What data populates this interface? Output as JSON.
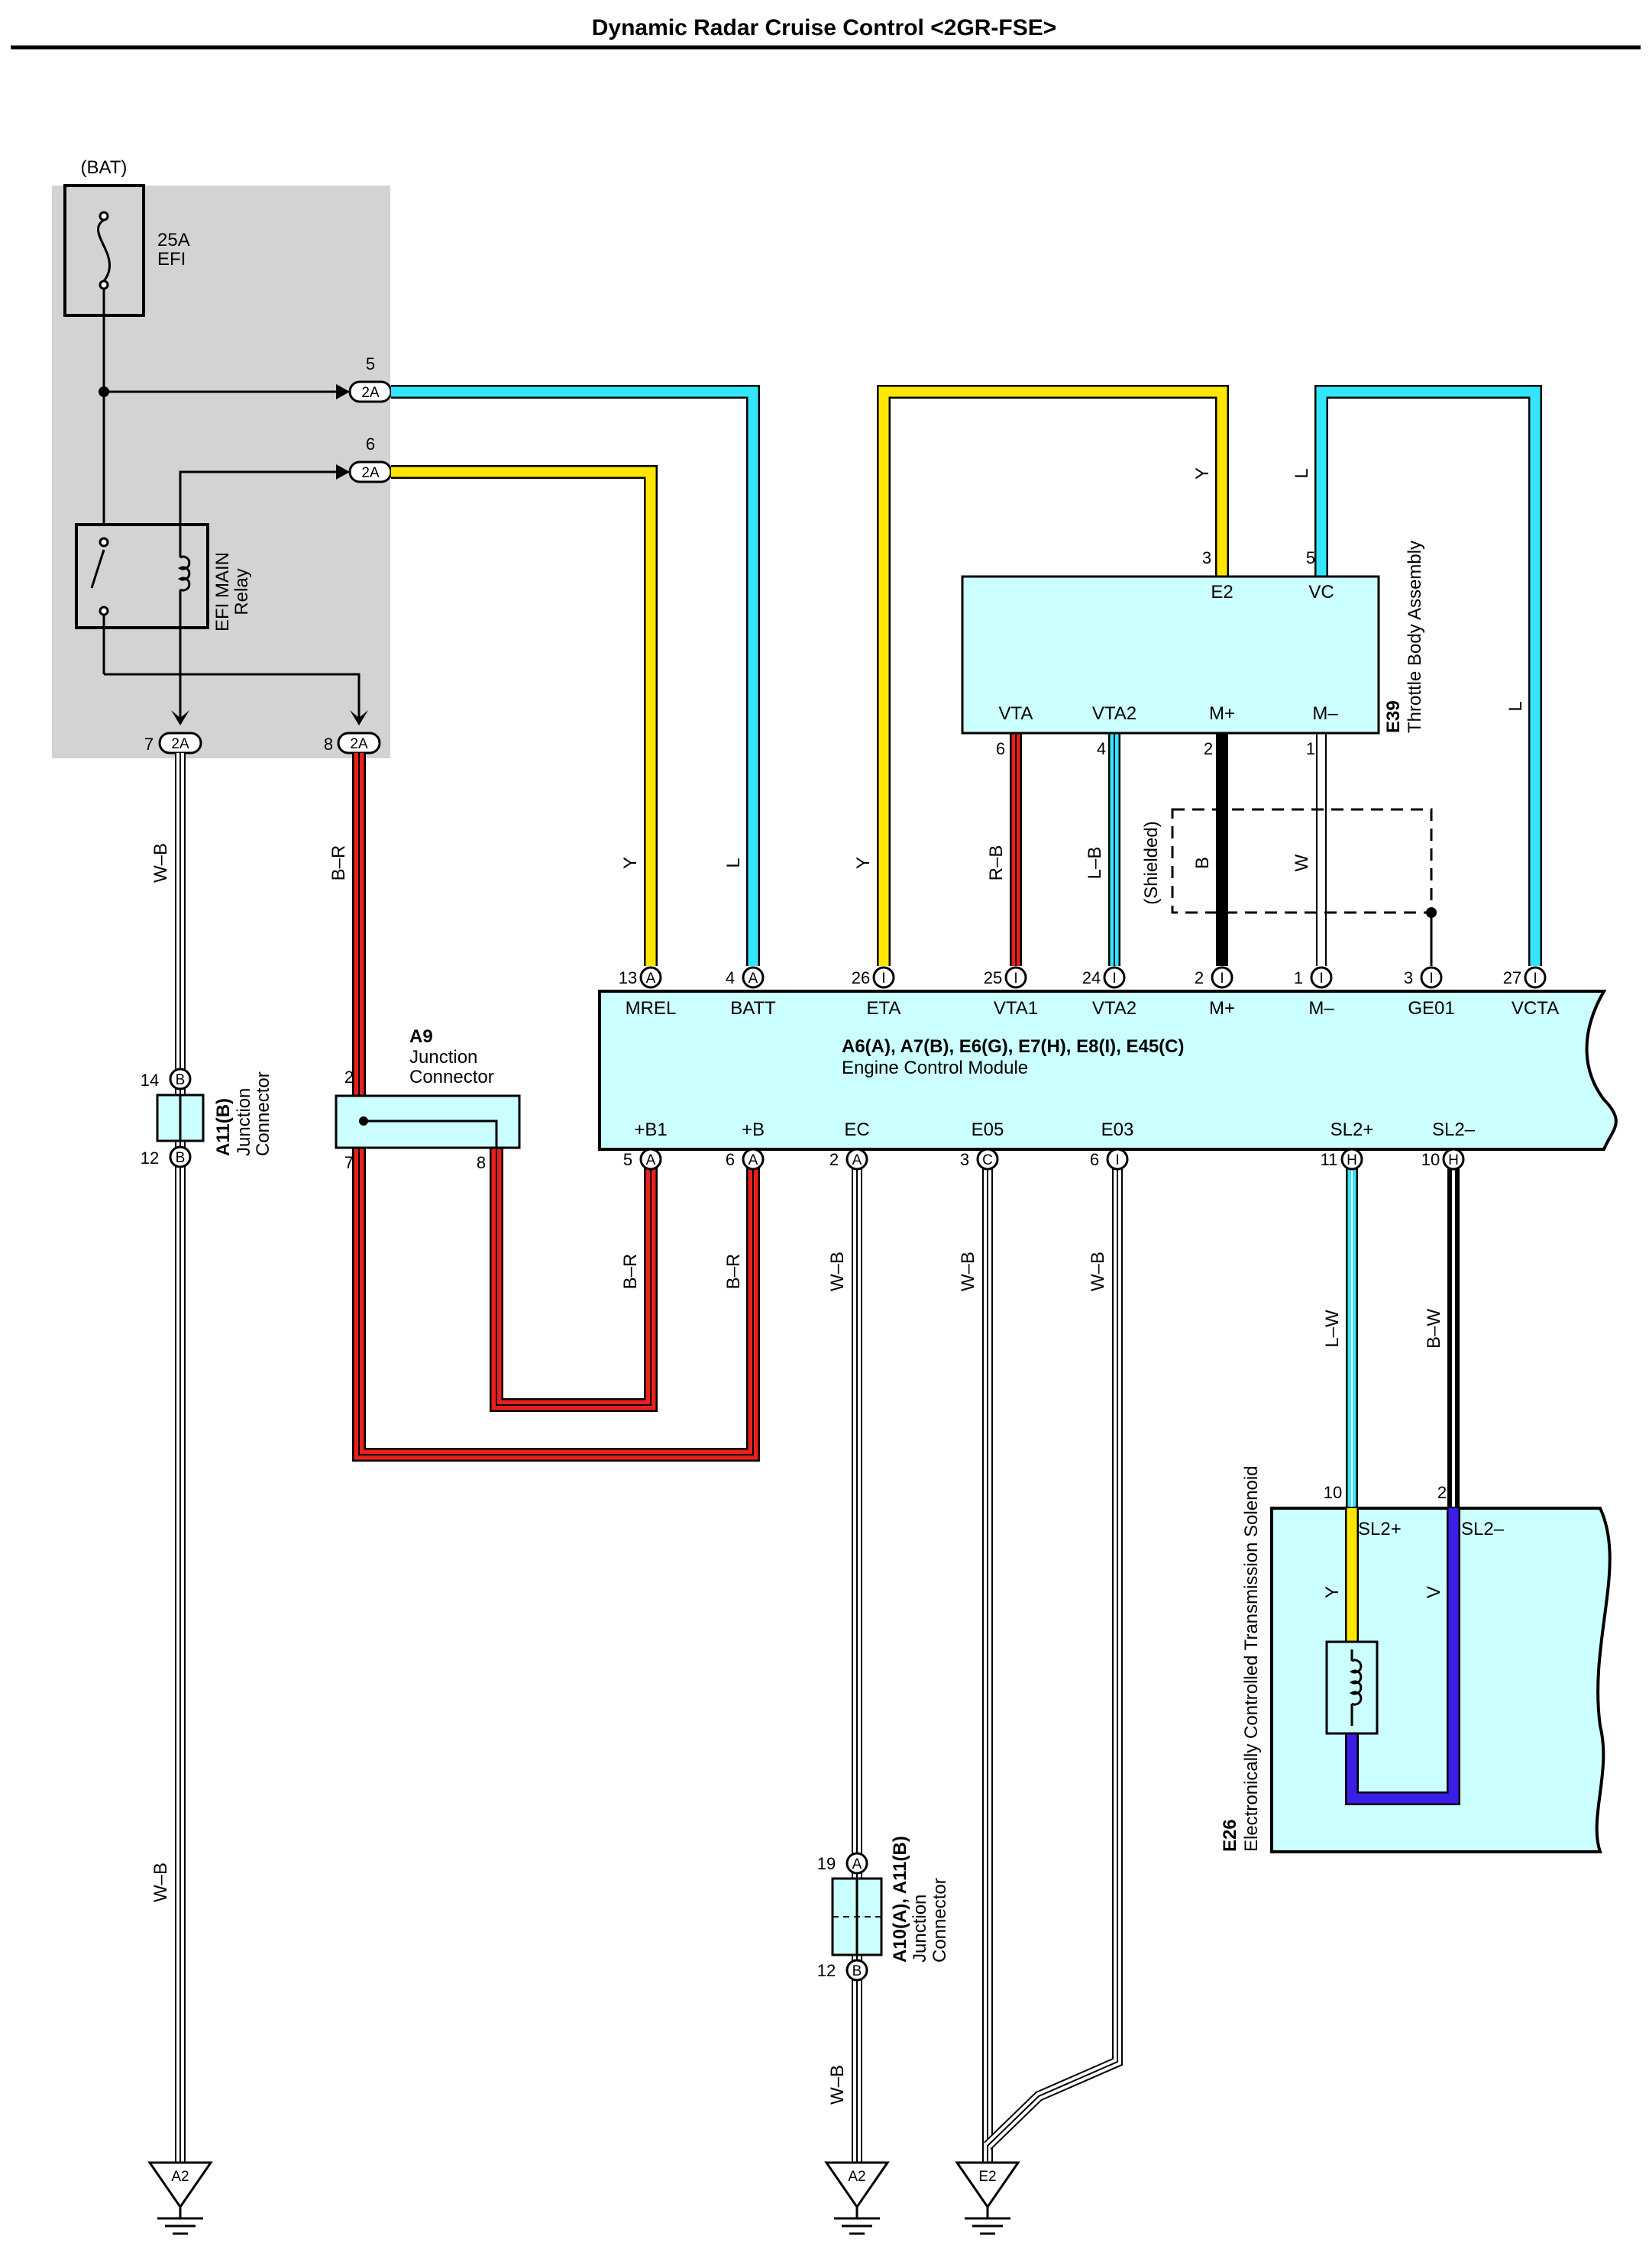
{
  "title": "Dynamic Radar Cruise Control <2GR-FSE>",
  "fuse_block": {
    "bat_label": "(BAT)",
    "fuse_amp": "25A",
    "fuse_name": "EFI",
    "relay_label_1": "EFI MAIN",
    "relay_label_2": "Relay",
    "conn_2a": "2A",
    "pin_5": "5",
    "pin_6": "6",
    "pin_7": "7",
    "pin_8": "8"
  },
  "throttle_body": {
    "code": "E39",
    "name": "Throttle Body Assembly",
    "e2": "E2",
    "vc": "VC",
    "vta": "VTA",
    "vta2": "VTA2",
    "mplus": "M+",
    "mminus": "M–",
    "pin3": "3",
    "pin5": "5",
    "pin6": "6",
    "pin4": "4",
    "pin2": "2",
    "pin1": "1"
  },
  "ecm": {
    "codes": "A6(A), A7(B), E6(G), E7(H), E8(I), E45(C)",
    "name": "Engine Control Module",
    "top_terminals": [
      {
        "num": "13",
        "conn": "A",
        "label": "MREL"
      },
      {
        "num": "4",
        "conn": "A",
        "label": "BATT"
      },
      {
        "num": "26",
        "conn": "I",
        "label": "ETA"
      },
      {
        "num": "25",
        "conn": "I",
        "label": "VTA1"
      },
      {
        "num": "24",
        "conn": "I",
        "label": "VTA2"
      },
      {
        "num": "2",
        "conn": "I",
        "label": "M+"
      },
      {
        "num": "1",
        "conn": "I",
        "label": "M–"
      },
      {
        "num": "3",
        "conn": "I",
        "label": "GE01"
      },
      {
        "num": "27",
        "conn": "I",
        "label": "VCTA"
      }
    ],
    "bottom_terminals": [
      {
        "num": "5",
        "conn": "A",
        "label": "+B1"
      },
      {
        "num": "6",
        "conn": "A",
        "label": "+B"
      },
      {
        "num": "2",
        "conn": "A",
        "label": "EC"
      },
      {
        "num": "3",
        "conn": "C",
        "label": "E05"
      },
      {
        "num": "6",
        "conn": "I",
        "label": "E03"
      },
      {
        "num": "11",
        "conn": "H",
        "label": "SL2+"
      },
      {
        "num": "10",
        "conn": "H",
        "label": "SL2–"
      }
    ]
  },
  "a9": {
    "code": "A9",
    "name_1": "Junction",
    "name_2": "Connector",
    "pin2": "2",
    "pin7": "7",
    "pin8": "8"
  },
  "a11": {
    "code": "A11(B)",
    "name_1": "Junction",
    "name_2": "Connector",
    "pin14": "14",
    "pin12": "12",
    "conn": "B"
  },
  "a10": {
    "code": "A10(A), A11(B)",
    "name_1": "Junction",
    "name_2": "Connector",
    "pin19": "19",
    "pin12": "12",
    "conn_a": "A",
    "conn_b": "B"
  },
  "solenoid": {
    "code": "E26",
    "name": "Electronically Controlled Transmission Solenoid",
    "sl2p": "SL2+",
    "sl2m": "SL2–",
    "pin10": "10",
    "pin2": "2"
  },
  "wire_labels": {
    "wb": "W–B",
    "br": "B–R",
    "y": "Y",
    "l": "L",
    "rb": "R–B",
    "lb": "L–B",
    "shielded": "(Shielded)",
    "b": "B",
    "w": "W",
    "lw": "L–W",
    "bw": "B–W",
    "v": "V"
  },
  "grounds": {
    "a2": "A2",
    "e2": "E2"
  },
  "colors": {
    "yellow": "#ffe600",
    "light_blue": "#33e6ff",
    "red": "#e8201e",
    "violet": "#3b1ee6",
    "box_fill": "#ccffff",
    "gray_block": "#d3d3d3"
  }
}
